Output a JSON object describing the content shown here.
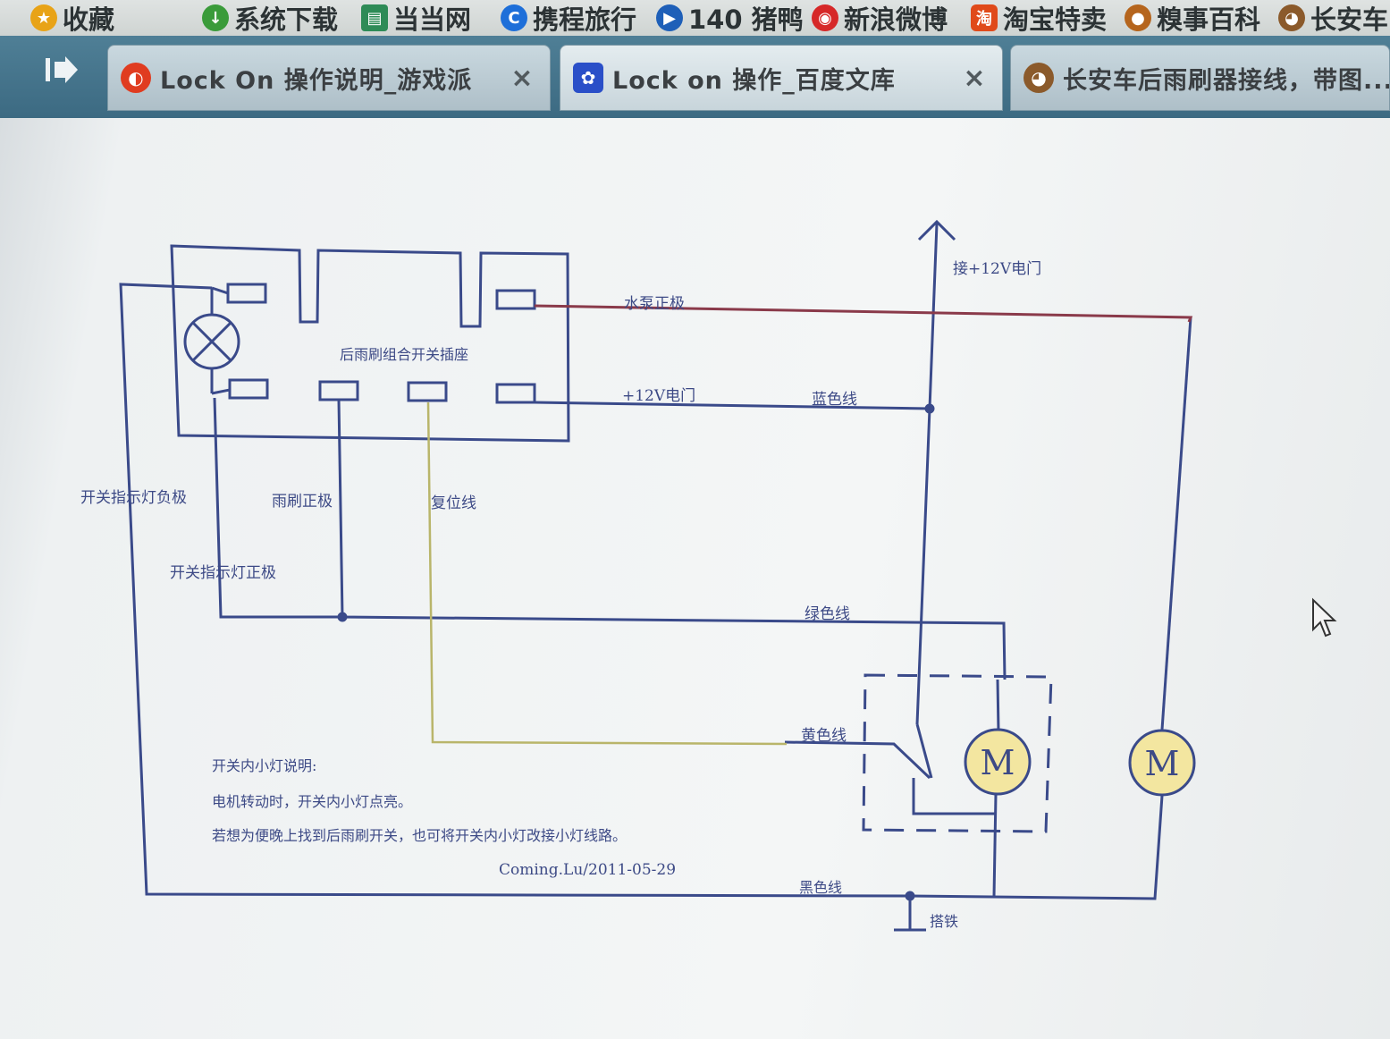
{
  "bookmarks": [
    {
      "label": "收藏",
      "icon": "star-icon",
      "color": "#e8a317"
    },
    {
      "label": "系统下载",
      "icon": "download-icon",
      "color": "#3a9b3a"
    },
    {
      "label": "当当网",
      "icon": "dangdang-icon",
      "color": "#2e8b57"
    },
    {
      "label": "携程旅行",
      "icon": "ctrip-icon",
      "color": "#1e6fd9"
    },
    {
      "label": "140 猪鸭",
      "icon": "play-icon",
      "color": "#1e5fb8"
    },
    {
      "label": "新浪微博",
      "icon": "weibo-icon",
      "color": "#d62828"
    },
    {
      "label": "淘宝特卖",
      "icon": "taobao-icon",
      "color": "#e04a1a"
    },
    {
      "label": "糗事百科",
      "icon": "qiushi-icon",
      "color": "#b5651d"
    },
    {
      "label": "长安车",
      "icon": "forum-icon",
      "color": "#8b5a2b"
    }
  ],
  "tabs": [
    {
      "title": "Lock On 操作说明_游戏派",
      "icon": "game-icon",
      "color": "#e03c20",
      "close": "×"
    },
    {
      "title": "Lock on 操作_百度文库",
      "icon": "baidu-paw-icon",
      "color": "#2a4fc8",
      "close": "×"
    },
    {
      "title": "长安车后雨刷器接线，带图...",
      "icon": "forum-icon",
      "color": "#8b5a2b"
    }
  ],
  "diagram": {
    "switch_socket": "后雨刷组合开关插座",
    "labels": {
      "pump_positive": "水泵正极",
      "plus12v_power": "+12V电门",
      "blue_wire": "蓝色线",
      "to_12v_power": "接+12V电门",
      "indicator_negative": "开关指示灯负极",
      "wiper_positive": "雨刷正极",
      "reset_wire": "复位线",
      "indicator_positive": "开关指示灯正极",
      "green_wire": "绿色线",
      "yellow_wire": "黄色线",
      "black_wire": "黑色线",
      "ground": "搭铁"
    },
    "notes": [
      "开关内小灯说明:",
      "电机转动时，开关内小灯点亮。",
      "若想为便晚上找到后雨刷开关，也可将开关内小灯改接小灯线路。"
    ],
    "signature": "Coming.Lu/2011-05-29",
    "motor_wiper": "M",
    "motor_pump": "M",
    "colors": {
      "wire_blue": "#3a4a8a",
      "wire_red": "#8a3a4a",
      "wire_yellow": "#b9b56a",
      "motor_fill": "#f3e6a0"
    }
  }
}
